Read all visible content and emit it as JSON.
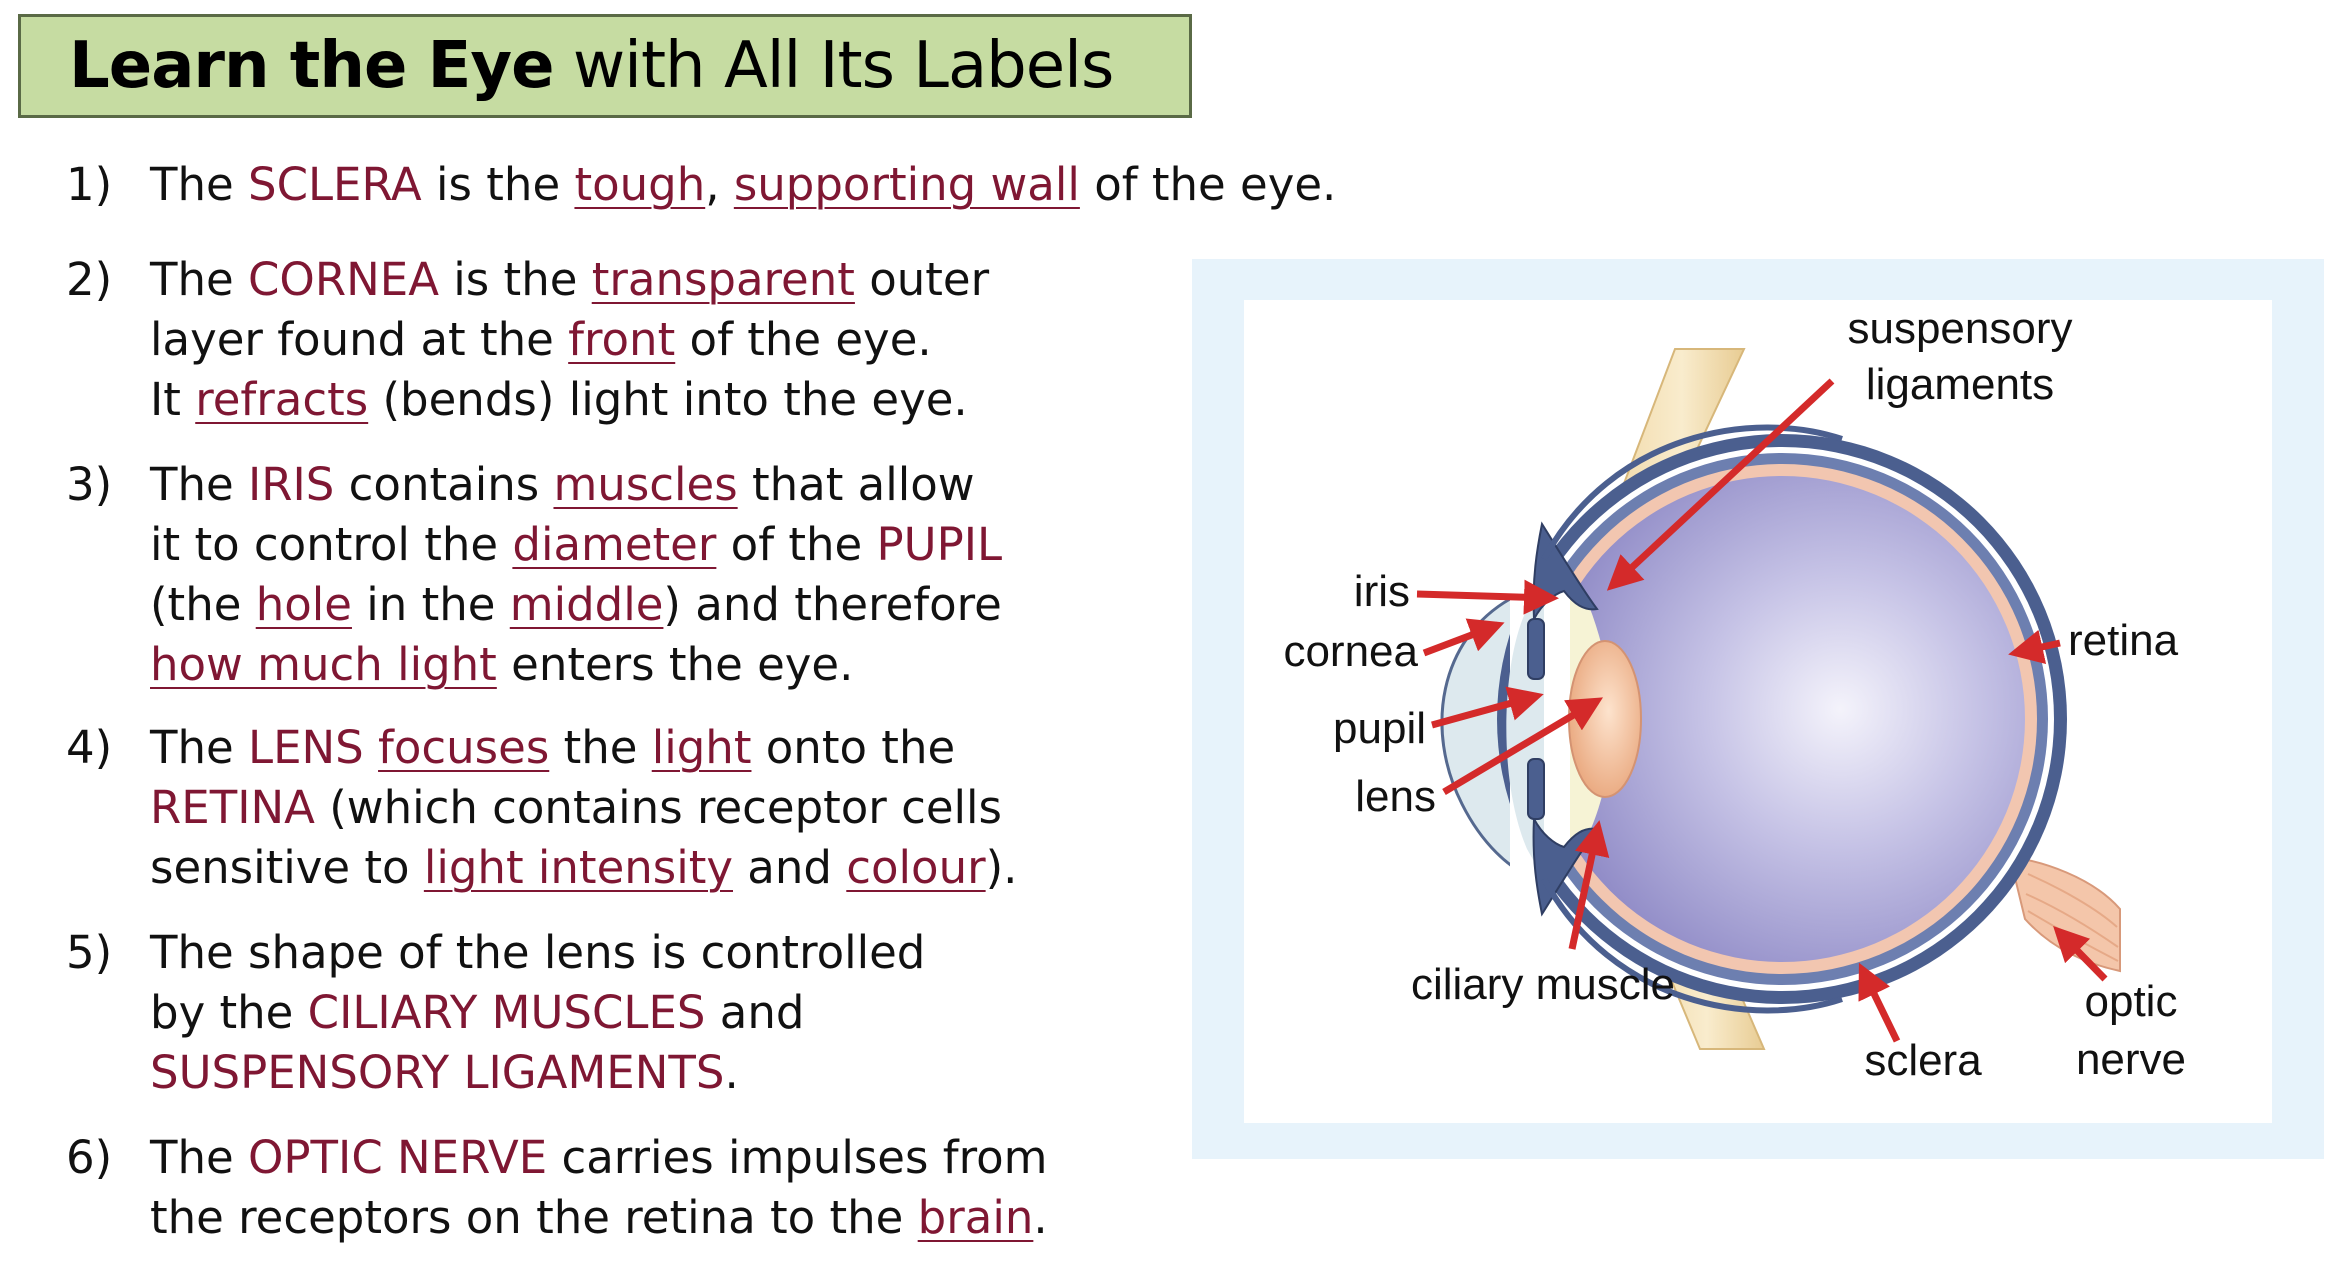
{
  "title": {
    "bold": "Learn the Eye",
    "rest": " with All Its Labels"
  },
  "points": [
    {
      "num": "1)",
      "lines": [
        [
          {
            "text": "The "
          },
          {
            "text": "SCLERA",
            "style": "t"
          },
          {
            "text": " is the "
          },
          {
            "text": "tough",
            "style": "u"
          },
          {
            "text": ", "
          },
          {
            "text": "supporting wall",
            "style": "u"
          },
          {
            "text": " of the eye."
          }
        ]
      ]
    },
    {
      "num": "2)",
      "lines": [
        [
          {
            "text": "The "
          },
          {
            "text": "CORNEA",
            "style": "t"
          },
          {
            "text": " is the "
          },
          {
            "text": "transparent",
            "style": "u"
          },
          {
            "text": " outer"
          }
        ],
        [
          {
            "text": "layer found at the "
          },
          {
            "text": "front",
            "style": "u"
          },
          {
            "text": " of the eye."
          }
        ],
        [
          {
            "text": "It "
          },
          {
            "text": "refracts",
            "style": "u"
          },
          {
            "text": " (bends) light into the eye."
          }
        ]
      ]
    },
    {
      "num": "3)",
      "lines": [
        [
          {
            "text": "The "
          },
          {
            "text": "IRIS",
            "style": "t"
          },
          {
            "text": " contains "
          },
          {
            "text": "muscles",
            "style": "u"
          },
          {
            "text": " that allow"
          }
        ],
        [
          {
            "text": "it to control the "
          },
          {
            "text": "diameter",
            "style": "u"
          },
          {
            "text": " of the "
          },
          {
            "text": "PUPIL",
            "style": "t"
          }
        ],
        [
          {
            "text": "(the "
          },
          {
            "text": "hole",
            "style": "u"
          },
          {
            "text": " in the "
          },
          {
            "text": "middle",
            "style": "u"
          },
          {
            "text": ") and therefore"
          }
        ],
        [
          {
            "text": "how much light",
            "style": "u"
          },
          {
            "text": " enters the eye."
          }
        ]
      ]
    },
    {
      "num": "4)",
      "lines": [
        [
          {
            "text": "The "
          },
          {
            "text": "LENS",
            "style": "t"
          },
          {
            "text": " "
          },
          {
            "text": "focuses",
            "style": "u"
          },
          {
            "text": " the "
          },
          {
            "text": "light",
            "style": "u"
          },
          {
            "text": " onto the"
          }
        ],
        [
          {
            "text": "RETINA",
            "style": "t"
          },
          {
            "text": " (which contains receptor cells"
          }
        ],
        [
          {
            "text": "sensitive to "
          },
          {
            "text": "light intensity",
            "style": "u"
          },
          {
            "text": " and "
          },
          {
            "text": "colour",
            "style": "u"
          },
          {
            "text": ")."
          }
        ]
      ]
    },
    {
      "num": "5)",
      "lines": [
        [
          {
            "text": "The shape of the lens is controlled"
          }
        ],
        [
          {
            "text": "by the "
          },
          {
            "text": "CILIARY MUSCLES",
            "style": "t"
          },
          {
            "text": " and"
          }
        ],
        [
          {
            "text": "SUSPENSORY LIGAMENTS",
            "style": "t"
          },
          {
            "text": "."
          }
        ]
      ]
    },
    {
      "num": "6)",
      "lines": [
        [
          {
            "text": "The "
          },
          {
            "text": "OPTIC NERVE",
            "style": "t"
          },
          {
            "text": " carries impulses from"
          }
        ],
        [
          {
            "text": "the receptors on the retina to the "
          },
          {
            "text": "brain",
            "style": "u"
          },
          {
            "text": "."
          }
        ]
      ]
    }
  ],
  "diagram_labels": {
    "suspensory": "suspensory",
    "ligaments": "ligaments",
    "iris": "iris",
    "cornea": "cornea",
    "pupil": "pupil",
    "lens": "lens",
    "retina": "retina",
    "ciliary_muscle": "ciliary muscle",
    "sclera": "sclera",
    "optic": "optic",
    "nerve": "nerve"
  },
  "colors": {
    "term": "#7f1733",
    "title_bg": "#c6dca2",
    "diagram_frame": "#e7f3fb",
    "arrow": "#d42a2a",
    "sclera": "#4b5f8f",
    "eyeball": "#a7a3d6",
    "retina": "#f2c6b0",
    "cornea": "#dde9ee",
    "lens": "#f1b890"
  }
}
